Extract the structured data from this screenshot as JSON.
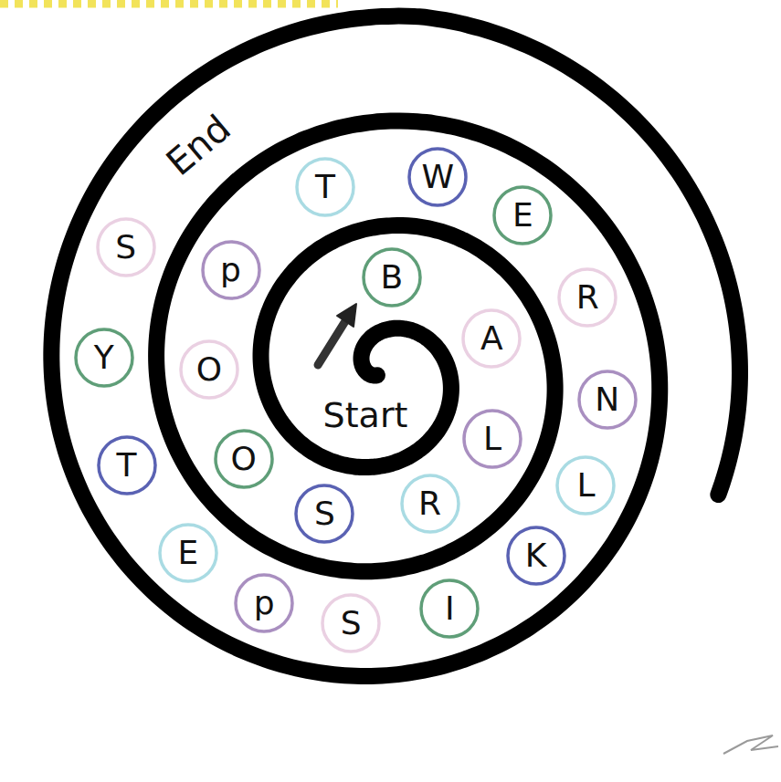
{
  "diagram": {
    "nodes": [
      {
        "text": [
          "B"
        ]
      },
      {
        "text": [
          "A"
        ]
      },
      {
        "text": [
          "L"
        ]
      },
      {
        "text": [
          "R"
        ]
      },
      {
        "text": [
          "S"
        ]
      },
      {
        "text": [
          "O"
        ]
      },
      {
        "text": [
          "O"
        ]
      },
      {
        "text": [
          "p"
        ]
      },
      {
        "text": [
          "T"
        ]
      },
      {
        "text": [
          "W"
        ]
      },
      {
        "text": [
          "E"
        ]
      },
      {
        "text": [
          "R"
        ]
      },
      {
        "text": [
          "N"
        ]
      },
      {
        "text": [
          "L"
        ]
      },
      {
        "text": [
          "K"
        ]
      },
      {
        "text": [
          "I"
        ]
      },
      {
        "text": [
          "S"
        ]
      },
      {
        "text": [
          "p"
        ]
      },
      {
        "text": [
          "E"
        ]
      },
      {
        "text": [
          "T"
        ]
      },
      {
        "text": [
          "Y"
        ]
      },
      {
        "text": [
          "S"
        ]
      }
    ],
    "labels": [
      "Start",
      "End"
    ]
  }
}
